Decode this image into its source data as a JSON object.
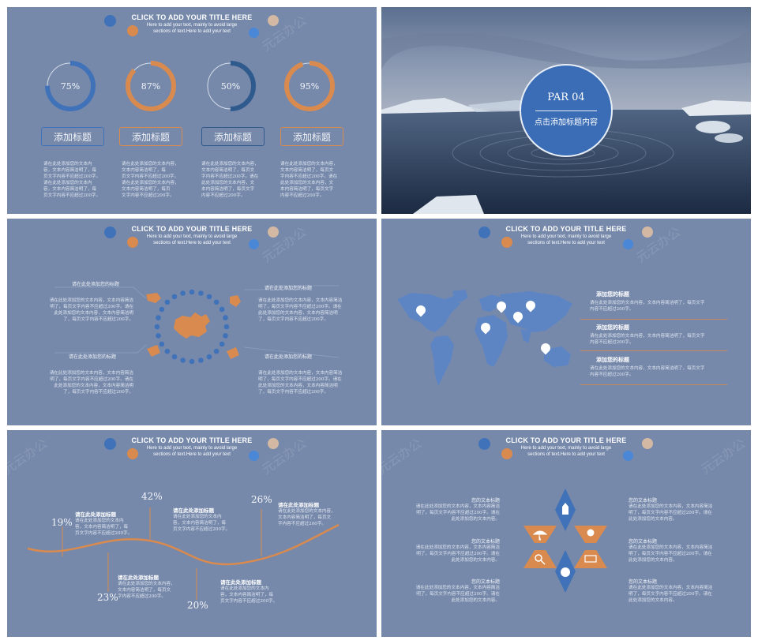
{
  "header": {
    "title": "CLICK TO ADD YOUR TITLE HERE",
    "sub1": "Here to add your text, mainly to avoid large",
    "sub2": "sections of text.Here to add your text"
  },
  "watermark": "元云办公",
  "colors": {
    "bg": "#7689ab",
    "orange": "#d98a4e",
    "blue": "#3f72b8",
    "darkblue": "#2f5a8e",
    "beige": "#d3b9a4"
  },
  "slide1": {
    "rings": [
      {
        "label": "75%",
        "value": 75,
        "color": "#3f72b8"
      },
      {
        "label": "87%",
        "value": 87,
        "color": "#d98a4e"
      },
      {
        "label": "50%",
        "value": 50,
        "color": "#2f5a8e"
      },
      {
        "label": "95%",
        "value": 95,
        "color": "#d98a4e"
      }
    ],
    "box_labels": [
      "添加标题",
      "添加标题",
      "添加标题",
      "添加标题"
    ],
    "texts": [
      [
        "请在此处添加您的文本内",
        "容，文本内容简洁明了，每",
        "页文字内容不应超过200字。",
        "请在此处添加您的文本内",
        "容，文本内容简洁明了，每",
        "页文字内容不应超过200字。"
      ],
      [
        "请在此处添加您的文本内容，",
        "文本内容简洁明了，每",
        "页文字内容不应超过200字。",
        "请在此处添加您的文本内容，",
        "文本内容简洁明了，每页",
        "文字内容不应超过200字。"
      ],
      [
        "请在此处添加您的文本内容，",
        "文本内容简洁明了，每页文",
        "字内容不应超过200字。请在",
        "此处添加您的文本内容，文",
        "本内容简洁明了，每页文字",
        "内容不应超过200字。"
      ],
      [
        "请在此处添加您的文本内容，",
        "文本内容简洁明了，每页文",
        "字内容不应超过200字。请在",
        "此处添加您的文本内容，文",
        "本内容简洁明了，每页文字",
        "内容不应超过200字。"
      ]
    ]
  },
  "slide2": {
    "par": "PAR 04",
    "subtitle": "点击添加标题内容"
  },
  "slide3": {
    "heading": "请在此处添加您的标题",
    "texts": [
      [
        "请在此处添加您的文本内容，文本内容简洁",
        "明了，每页文字内容不应超过200字。请在",
        "此处添加您的文本内容，文本内容简洁明",
        "了，每页文字内容不应超过200字。"
      ],
      [
        "请在此处添加您的文本内容，文本内容简洁",
        "明了，每页文字内容不应超过200字。请在",
        "此处添加您的文本内容，文本内容简洁明",
        "了，每页文字内容不应超过200字。"
      ],
      [
        "请在此处添加您的文本内容，文本内容简洁",
        "明了，每页文字内容不应超过200字。请在",
        "此处添加您的文本内容，文本内容简洁明",
        "了，每页文字内容不应超过200字。"
      ],
      [
        "请在此处添加您的文本内容，文本内容简洁",
        "明了，每页文字内容不应超过200字。请在",
        "此处添加您的文本内容，文本内容简洁明",
        "了，每页文字内容不应超过200字。"
      ]
    ]
  },
  "slide4": {
    "items": [
      {
        "title": "添加您的标题",
        "lines": [
          "请在此处添加您的文本内容，文本内容简洁明了，每页文字",
          "内容不应超过200字。"
        ]
      },
      {
        "title": "添加您的标题",
        "lines": [
          "请在此处添加您的文本内容，文本内容简洁明了，每页文字",
          "内容不应超过200字。"
        ]
      },
      {
        "title": "添加您的标题",
        "lines": [
          "请在此处添加您的文本内容，文本内容简洁明了，每页文字",
          "内容不应超过200字。"
        ]
      }
    ]
  },
  "slide5": {
    "percents": [
      "19%",
      "42%",
      "26%",
      "23%",
      "20%"
    ],
    "item_title": "请在此处添加标题",
    "lines": [
      "请在此处添加您的文本内",
      "容，文本内容简洁明了，每",
      "页文字内容不应超过200字。"
    ],
    "lines_wide": [
      "请在此处添加您的文本内容，",
      "文本内容简洁明了，每页文",
      "字内容不应超过200字。"
    ]
  },
  "slide6": {
    "title": "您的文本标题",
    "lines": [
      "请在此处添加您的文本内容，文本内容简洁",
      "明了，每页文字内容不应超过200字。请在",
      "此处添加您的文本内容。"
    ],
    "icons": [
      "rocket-icon",
      "umbrella-icon",
      "bulb-icon",
      "search-icon",
      "laptop-icon",
      "globe-icon"
    ]
  }
}
